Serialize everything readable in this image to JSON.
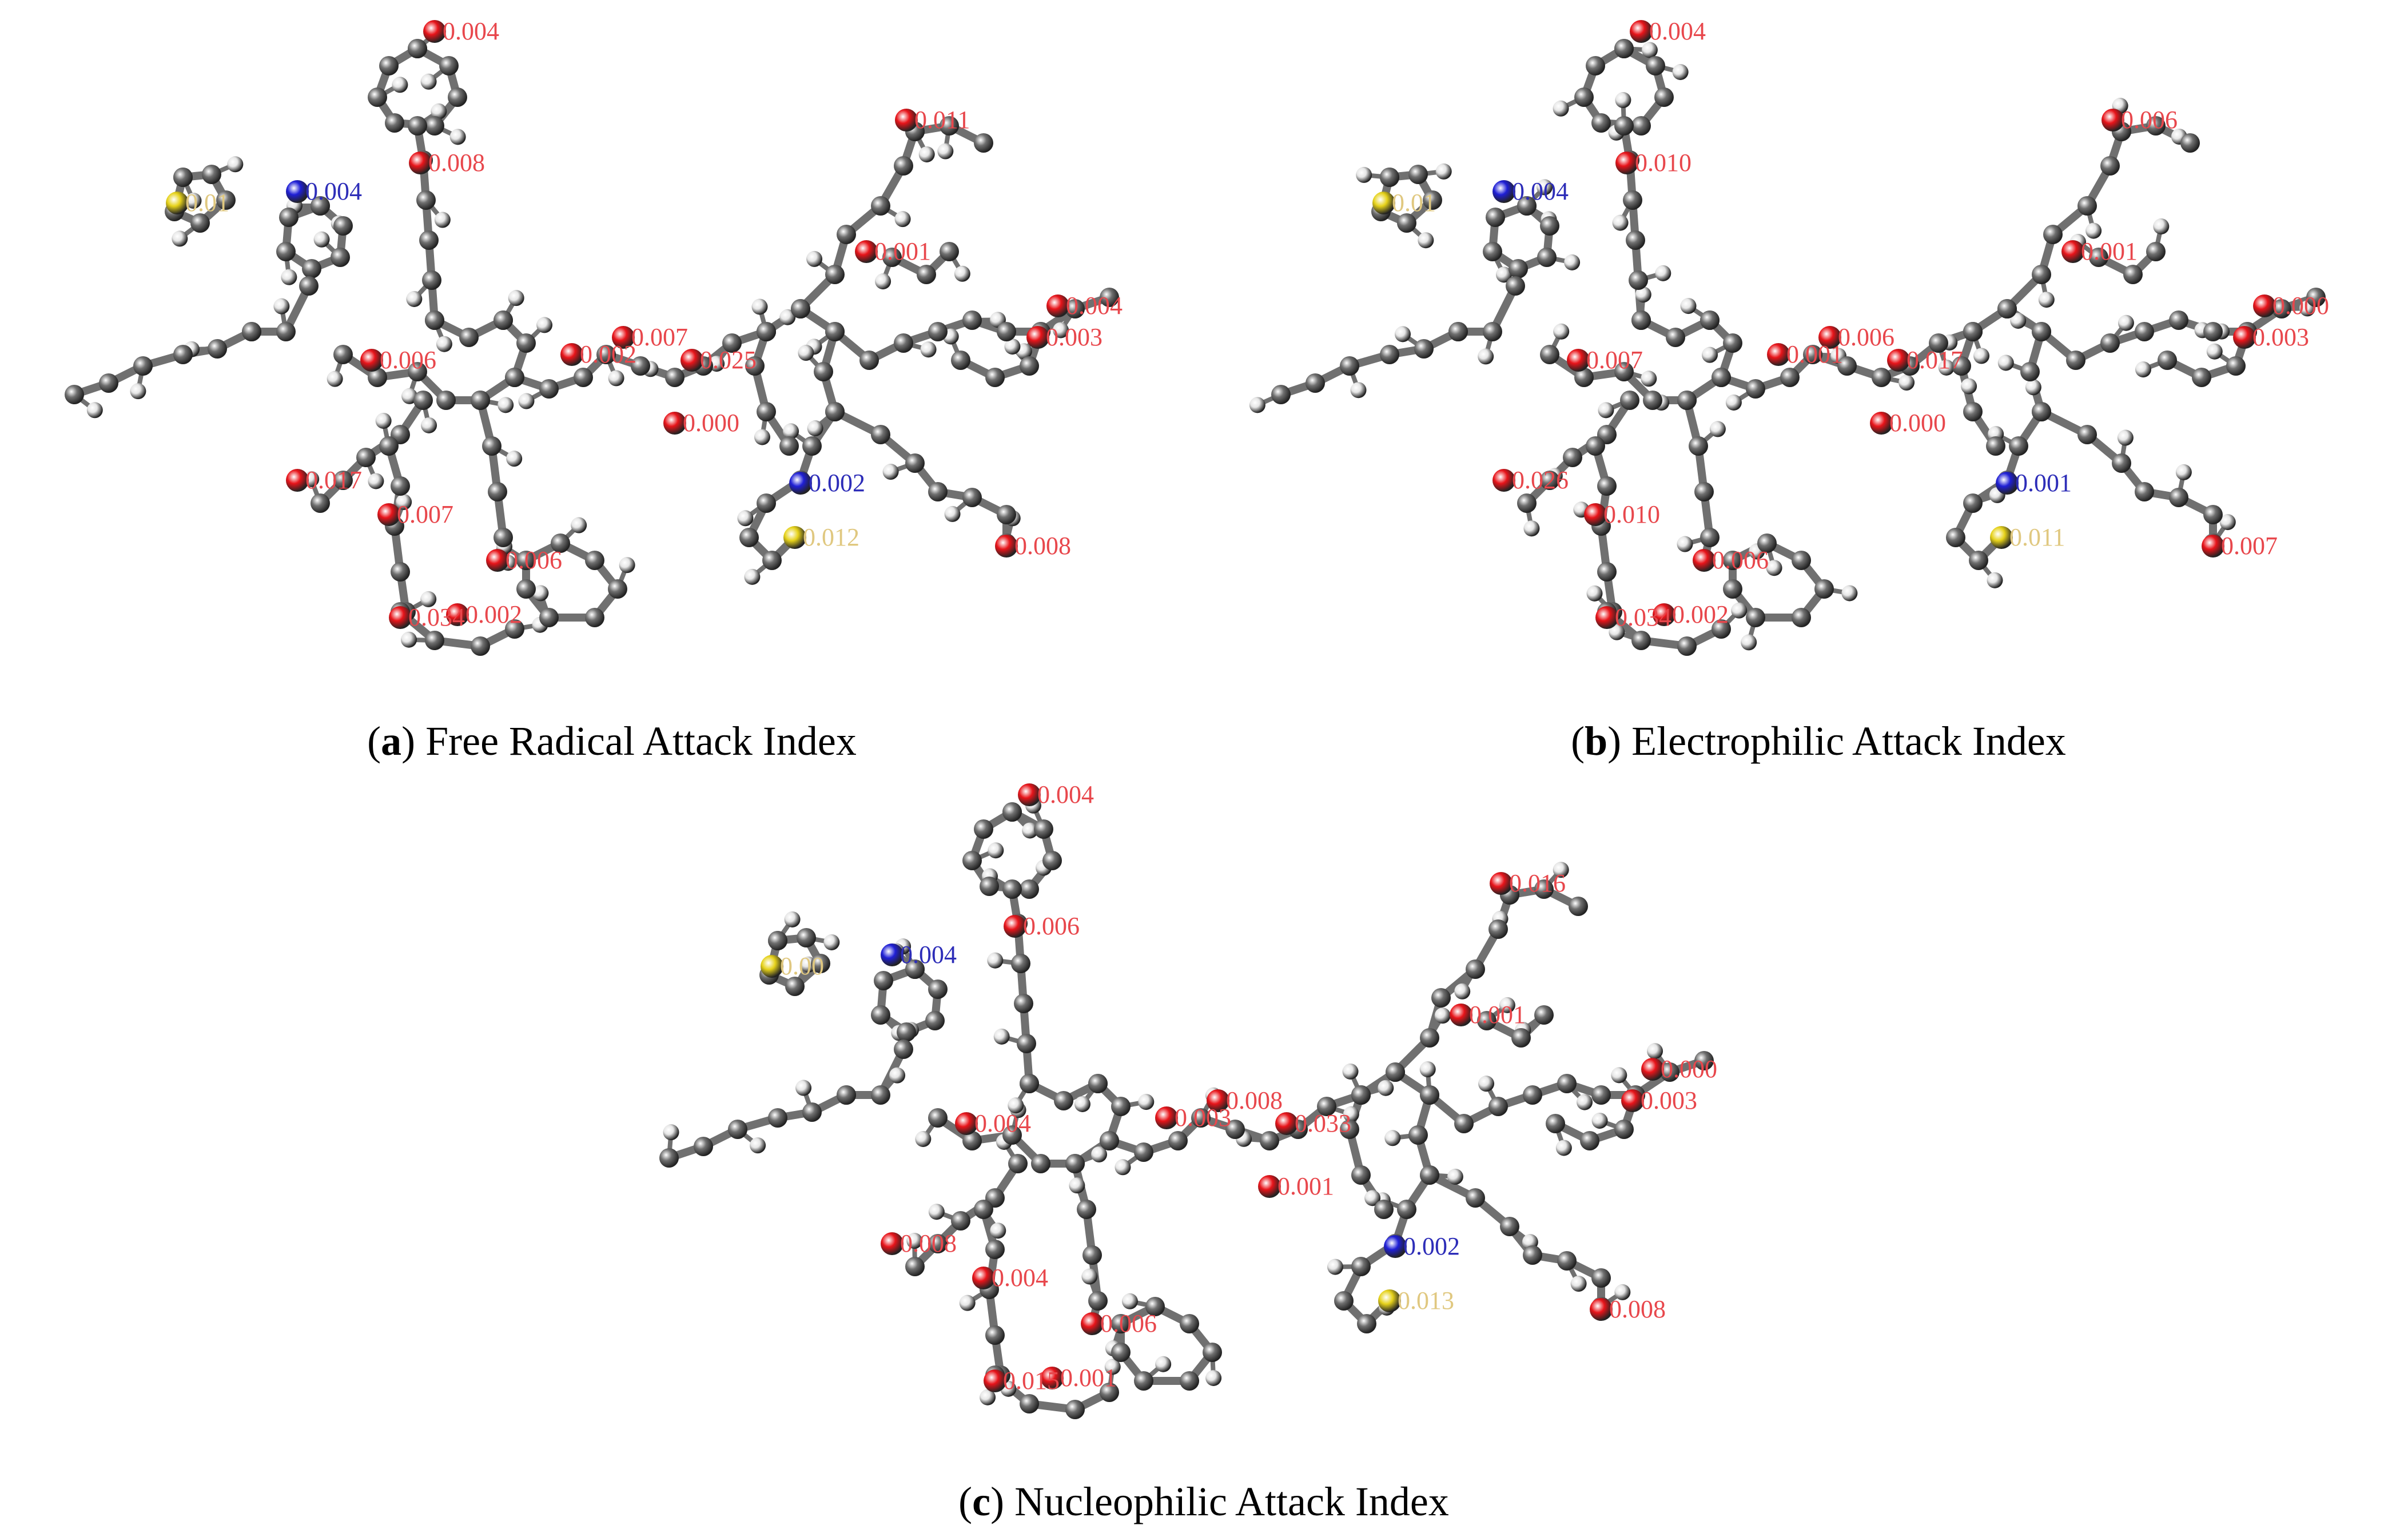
{
  "colors": {
    "carbon": "#6f6f6f",
    "hydrogen": "#e6e6e6",
    "oxygen": "#e8141a",
    "nitrogen": "#1f1fd6",
    "sulfur": "#e6d21a",
    "label_oxygen": "#e8474c",
    "label_nitrogen": "#2d2db8",
    "label_sulfur": "#e0c880",
    "bond": "#707070"
  },
  "panels": [
    {
      "id": "a",
      "letter": "a",
      "title": "Free Radical Attack Index",
      "labels": [
        {
          "text": "0.004",
          "el": "O"
        },
        {
          "text": "0.008",
          "el": "O"
        },
        {
          "text": "0.004",
          "el": "N"
        },
        {
          "text": "0.01",
          "el": "S"
        },
        {
          "text": "0.011",
          "el": "O"
        },
        {
          "text": "0.001",
          "el": "O"
        },
        {
          "text": "0.007",
          "el": "O"
        },
        {
          "text": "0.006",
          "el": "O"
        },
        {
          "text": "0.002",
          "el": "O"
        },
        {
          "text": "0.025",
          "el": "O"
        },
        {
          "text": "0.000",
          "el": "O"
        },
        {
          "text": "0.003",
          "el": "O"
        },
        {
          "text": "0.004",
          "el": "O"
        },
        {
          "text": "0.002",
          "el": "N"
        },
        {
          "text": "0.012",
          "el": "S"
        },
        {
          "text": "0.008",
          "el": "O"
        },
        {
          "text": "0.017",
          "el": "O"
        },
        {
          "text": "0.007",
          "el": "O"
        },
        {
          "text": "0.006",
          "el": "O"
        },
        {
          "text": "0.034",
          "el": "O"
        },
        {
          "text": "0.002",
          "el": "O"
        }
      ]
    },
    {
      "id": "b",
      "letter": "b",
      "title": "Electrophilic Attack Index",
      "labels": [
        {
          "text": "0.004",
          "el": "O"
        },
        {
          "text": "0.010",
          "el": "O"
        },
        {
          "text": "0.004",
          "el": "N"
        },
        {
          "text": "0.01",
          "el": "S"
        },
        {
          "text": "0.006",
          "el": "O"
        },
        {
          "text": "0.001",
          "el": "O"
        },
        {
          "text": "0.006",
          "el": "O"
        },
        {
          "text": "0.007",
          "el": "O"
        },
        {
          "text": "0.001",
          "el": "O"
        },
        {
          "text": "0.017",
          "el": "O"
        },
        {
          "text": "0.000",
          "el": "O"
        },
        {
          "text": "0.003",
          "el": "O"
        },
        {
          "text": "0.000",
          "el": "O"
        },
        {
          "text": "0.001",
          "el": "N"
        },
        {
          "text": "0.011",
          "el": "S"
        },
        {
          "text": "0.007",
          "el": "O"
        },
        {
          "text": "0.026",
          "el": "O"
        },
        {
          "text": "0.010",
          "el": "O"
        },
        {
          "text": "0.006",
          "el": "O"
        },
        {
          "text": "0.034",
          "el": "O"
        },
        {
          "text": "0.002",
          "el": "O"
        }
      ]
    },
    {
      "id": "c",
      "letter": "c",
      "title": "Nucleophilic Attack Index",
      "labels": [
        {
          "text": "0.004",
          "el": "O"
        },
        {
          "text": "0.006",
          "el": "O"
        },
        {
          "text": "0.004",
          "el": "N"
        },
        {
          "text": "0.00",
          "el": "S"
        },
        {
          "text": "0.016",
          "el": "O"
        },
        {
          "text": "0.001",
          "el": "O"
        },
        {
          "text": "0.008",
          "el": "O"
        },
        {
          "text": "0.004",
          "el": "O"
        },
        {
          "text": "0.003",
          "el": "O"
        },
        {
          "text": "0.033",
          "el": "O"
        },
        {
          "text": "0.001",
          "el": "O"
        },
        {
          "text": "0.003",
          "el": "O"
        },
        {
          "text": "0.000",
          "el": "O"
        },
        {
          "text": "0.002",
          "el": "N"
        },
        {
          "text": "0.013",
          "el": "S"
        },
        {
          "text": "0.008",
          "el": "O"
        },
        {
          "text": "0.008",
          "el": "O"
        },
        {
          "text": "0.004",
          "el": "O"
        },
        {
          "text": "0.006",
          "el": "O"
        },
        {
          "text": "0.015",
          "el": "O"
        },
        {
          "text": "0.001",
          "el": "O"
        }
      ]
    }
  ]
}
